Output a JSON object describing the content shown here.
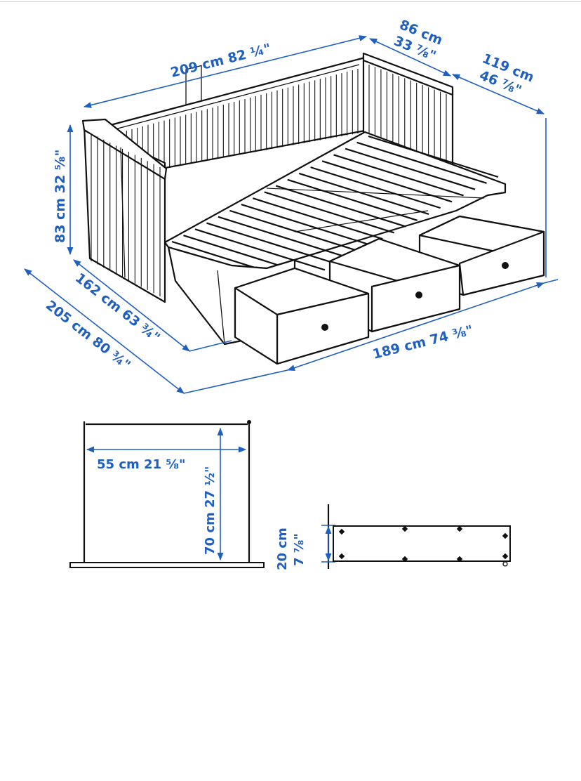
{
  "colors": {
    "dimension": "#1f5fbf",
    "ink": "#111111",
    "background": "#ffffff"
  },
  "main_view": {
    "length": "209 cm 82 ¼\"",
    "depth_cm": "86 cm",
    "depth_in": "33 ⅞\"",
    "open_depth_cm": "119 cm",
    "open_depth_in": "46 ⅞\"",
    "height": "83 cm 32 ⅝\"",
    "bed_depth": "162 cm 63 ¾\"",
    "total_depth": "205 cm 80 ¾\"",
    "inner_length": "189 cm 74 ⅜\""
  },
  "drawer_top_view": {
    "width": "55 cm 21 ⅝\"",
    "depth": "70 cm 27 ½\""
  },
  "drawer_side_view": {
    "height_cm": "20 cm",
    "height_in": "7 ⅞\""
  }
}
